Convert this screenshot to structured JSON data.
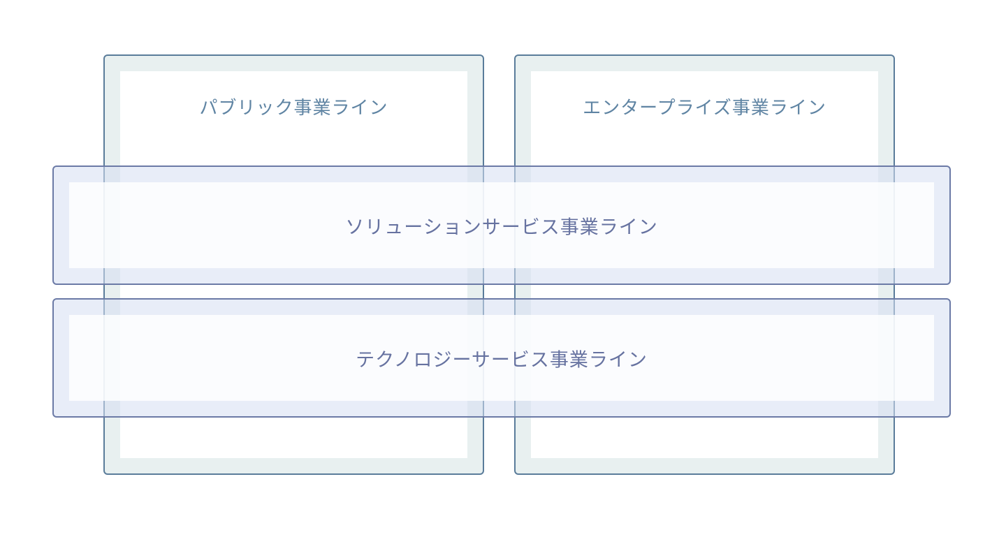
{
  "columns": [
    {
      "label": "パブリック事業ライン"
    },
    {
      "label": "エンタープライズ事業ライン"
    }
  ],
  "bands": [
    {
      "label": "ソリューションサービス事業ライン"
    },
    {
      "label": "テクノロジーサービス事業ライン"
    }
  ],
  "colors": {
    "column_border": "#5a7c9a",
    "column_fill": "#e8f0f0",
    "column_text": "#5f84a3",
    "band_border": "#6b7aa6",
    "band_fill": "#e6eaf6",
    "band_text": "#6672a0"
  }
}
